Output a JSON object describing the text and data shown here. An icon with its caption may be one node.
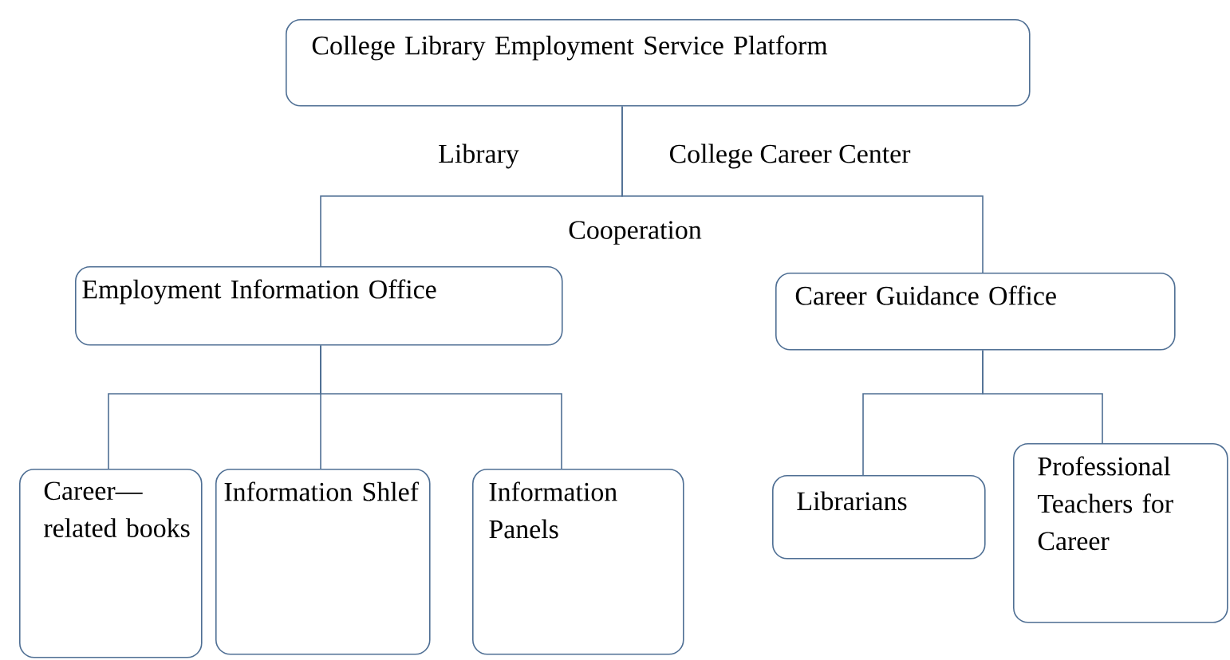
{
  "diagram": {
    "nodes": [
      {
        "text": [
          "College Library Employment Service Platform"
        ]
      },
      {
        "text": [
          "Employment Information Office"
        ]
      },
      {
        "text": [
          "Career Guidance Office"
        ]
      },
      {
        "text": [
          "Career— related books"
        ]
      },
      {
        "text": [
          "Information Shlef"
        ]
      },
      {
        "text": [
          "Information Panels"
        ]
      },
      {
        "text": [
          "Librarians"
        ]
      },
      {
        "text": [
          "Professional Teachers for Career"
        ]
      }
    ],
    "edges": [
      {
        "from": 0,
        "to": 1,
        "arrow": "none"
      },
      {
        "from": 0,
        "to": 2,
        "arrow": "none"
      },
      {
        "from": 1,
        "to": 3,
        "arrow": "none"
      },
      {
        "from": 1,
        "to": 4,
        "arrow": "none"
      },
      {
        "from": 1,
        "to": 5,
        "arrow": "none"
      },
      {
        "from": 2,
        "to": 6,
        "arrow": "none"
      },
      {
        "from": 2,
        "to": 7,
        "arrow": "none"
      }
    ],
    "labels": [
      "Library",
      "College Career Center",
      "Cooperation"
    ]
  }
}
